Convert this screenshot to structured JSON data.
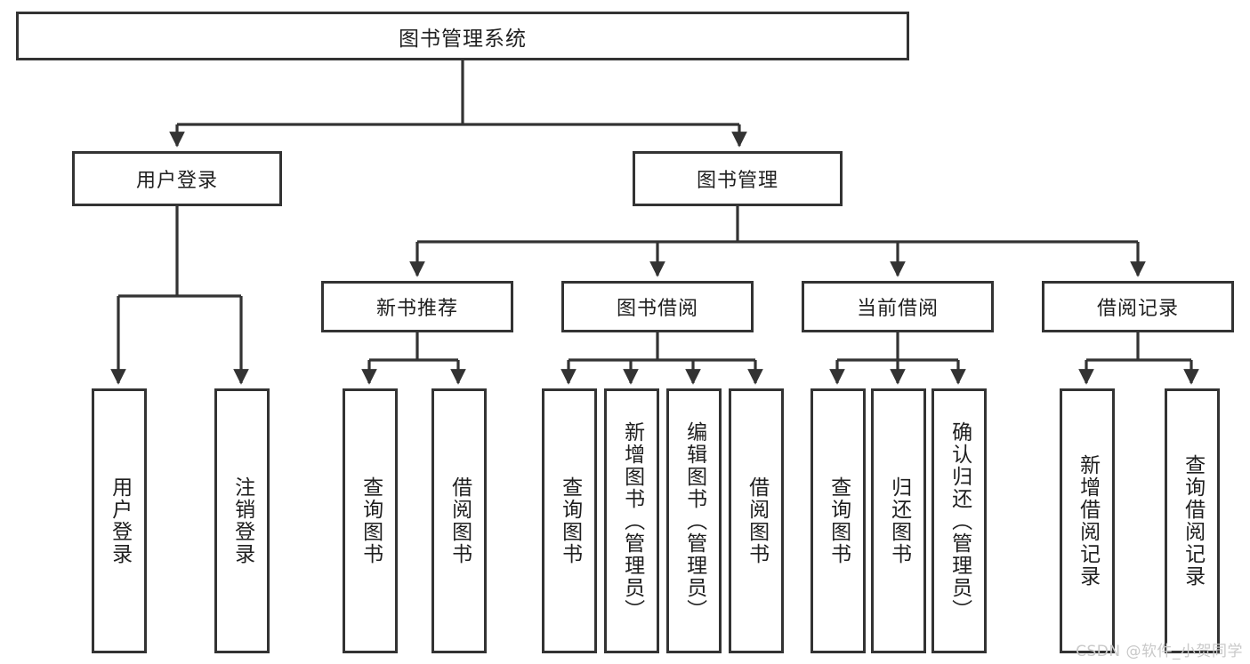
{
  "diagram": {
    "type": "tree-hierarchy",
    "title": "图书管理系统",
    "line_color": "#333333",
    "box_fill": "#ffffff",
    "text_color": "#1f1f1f",
    "watermark": "CSDN @软件_小贺同学",
    "levels": [
      {
        "level": 1,
        "nodes": [
          {
            "id": "root",
            "label": "图书管理系统",
            "orientation": "horizontal"
          }
        ]
      },
      {
        "level": 2,
        "nodes": [
          {
            "id": "login",
            "label": "用户登录",
            "orientation": "horizontal",
            "parent": "root"
          },
          {
            "id": "bookmgmt",
            "label": "图书管理",
            "orientation": "horizontal",
            "parent": "root"
          }
        ]
      },
      {
        "level": 3,
        "nodes": [
          {
            "id": "newbook",
            "label": "新书推荐",
            "orientation": "horizontal",
            "parent": "bookmgmt"
          },
          {
            "id": "borrow",
            "label": "图书借阅",
            "orientation": "horizontal",
            "parent": "bookmgmt"
          },
          {
            "id": "current",
            "label": "当前借阅",
            "orientation": "horizontal",
            "parent": "bookmgmt"
          },
          {
            "id": "record",
            "label": "借阅记录",
            "orientation": "horizontal",
            "parent": "bookmgmt"
          }
        ]
      },
      {
        "level": 4,
        "nodes": [
          {
            "id": "leaf-1",
            "label": "用户登录",
            "orientation": "vertical",
            "parent": "login"
          },
          {
            "id": "leaf-2",
            "label": "注销登录",
            "orientation": "vertical",
            "parent": "login"
          },
          {
            "id": "leaf-3",
            "label": "查询图书",
            "orientation": "vertical",
            "parent": "newbook"
          },
          {
            "id": "leaf-4",
            "label": "借阅图书",
            "orientation": "vertical",
            "parent": "newbook"
          },
          {
            "id": "leaf-5",
            "label": "查询图书",
            "orientation": "vertical",
            "parent": "borrow"
          },
          {
            "id": "leaf-6",
            "label": "新增图书（管理员）",
            "orientation": "vertical",
            "parent": "borrow"
          },
          {
            "id": "leaf-7",
            "label": "编辑图书（管理员）",
            "orientation": "vertical",
            "parent": "borrow"
          },
          {
            "id": "leaf-8",
            "label": "借阅图书",
            "orientation": "vertical",
            "parent": "borrow"
          },
          {
            "id": "leaf-9",
            "label": "查询图书",
            "orientation": "vertical",
            "parent": "current"
          },
          {
            "id": "leaf-10",
            "label": "归还图书",
            "orientation": "vertical",
            "parent": "current"
          },
          {
            "id": "leaf-11",
            "label": "确认归还（管理员）",
            "orientation": "vertical",
            "parent": "current"
          },
          {
            "id": "leaf-12",
            "label": "新增借阅记录",
            "orientation": "vertical",
            "parent": "record"
          },
          {
            "id": "leaf-13",
            "label": "查询借阅记录",
            "orientation": "vertical",
            "parent": "record"
          }
        ]
      }
    ]
  }
}
